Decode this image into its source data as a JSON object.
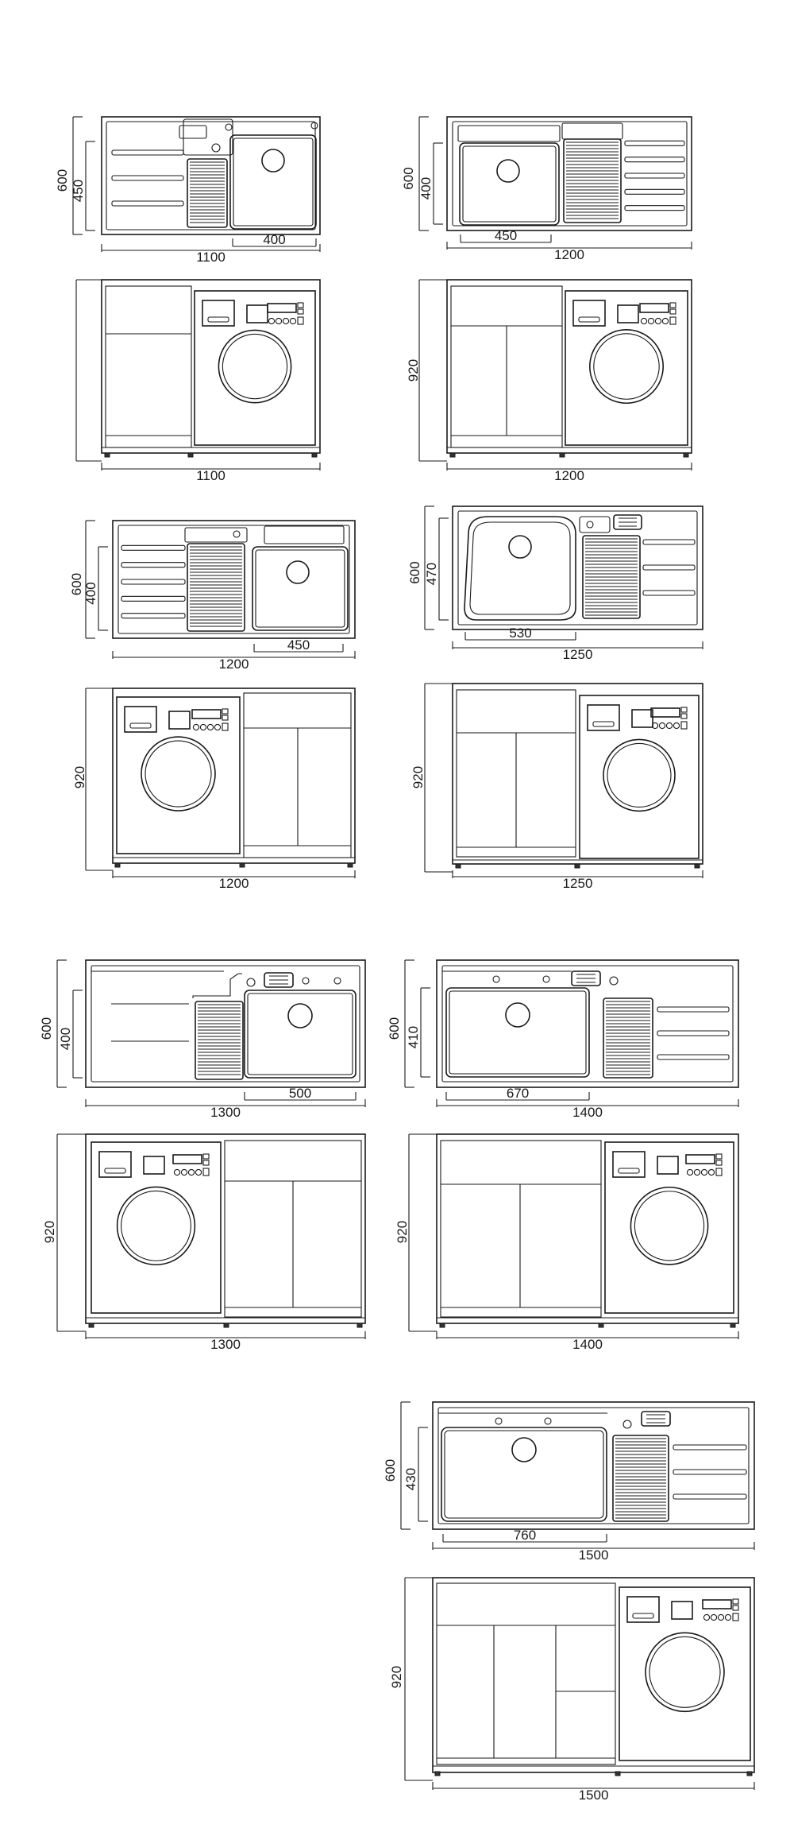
{
  "models": [
    {
      "id": "1100",
      "width_label": "1100",
      "plan_depth": "600",
      "sink_depth": "450",
      "sink_width": "400",
      "height": "",
      "washer_side": "right",
      "board_side": "left",
      "layout": "A"
    },
    {
      "id": "1200a",
      "width_label": "1200",
      "plan_depth": "600",
      "sink_depth": "400",
      "sink_width": "450",
      "height": "920",
      "washer_side": "right",
      "board_side": "right",
      "layout": "B"
    },
    {
      "id": "1200b",
      "width_label": "1200",
      "plan_depth": "600",
      "sink_depth": "400",
      "sink_width": "450",
      "height": "920",
      "washer_side": "left",
      "board_side": "left",
      "layout": "C"
    },
    {
      "id": "1250",
      "width_label": "1250",
      "plan_depth": "600",
      "sink_depth": "470",
      "sink_width": "530",
      "height": "920",
      "washer_side": "right",
      "board_side": "right",
      "layout": "D"
    },
    {
      "id": "1300",
      "width_label": "1300",
      "plan_depth": "600",
      "sink_depth": "400",
      "sink_width": "500",
      "height": "920",
      "washer_side": "left",
      "board_side": "left",
      "layout": "E"
    },
    {
      "id": "1400",
      "width_label": "1400",
      "plan_depth": "600",
      "sink_depth": "410",
      "sink_width": "670",
      "height": "920",
      "washer_side": "right",
      "board_side": "right",
      "layout": "F"
    },
    {
      "id": "1500",
      "width_label": "1500",
      "plan_depth": "600",
      "sink_depth": "430",
      "sink_width": "760",
      "height": "920",
      "washer_side": "right",
      "board_side": "right",
      "layout": "G"
    }
  ]
}
